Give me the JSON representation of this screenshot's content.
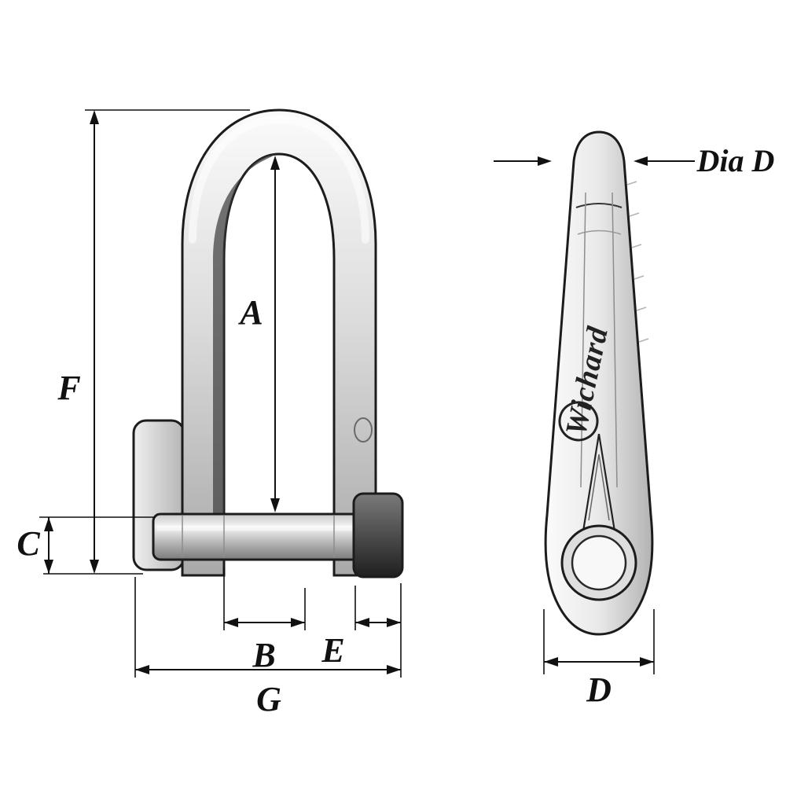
{
  "diagram": {
    "type": "technical-drawing",
    "labels": {
      "A": "A",
      "B": "B",
      "C": "C",
      "D": "D",
      "E": "E",
      "F": "F",
      "G": "G",
      "dia_d": "Dia D",
      "brand": "Wichard"
    },
    "colors": {
      "background": "#ffffff",
      "line": "#111111",
      "metal_light": "#f7f7f7",
      "metal_mid": "#c9c9c9",
      "metal_dark": "#6b6b6b",
      "lug_dark": "#1f1f1f"
    }
  }
}
